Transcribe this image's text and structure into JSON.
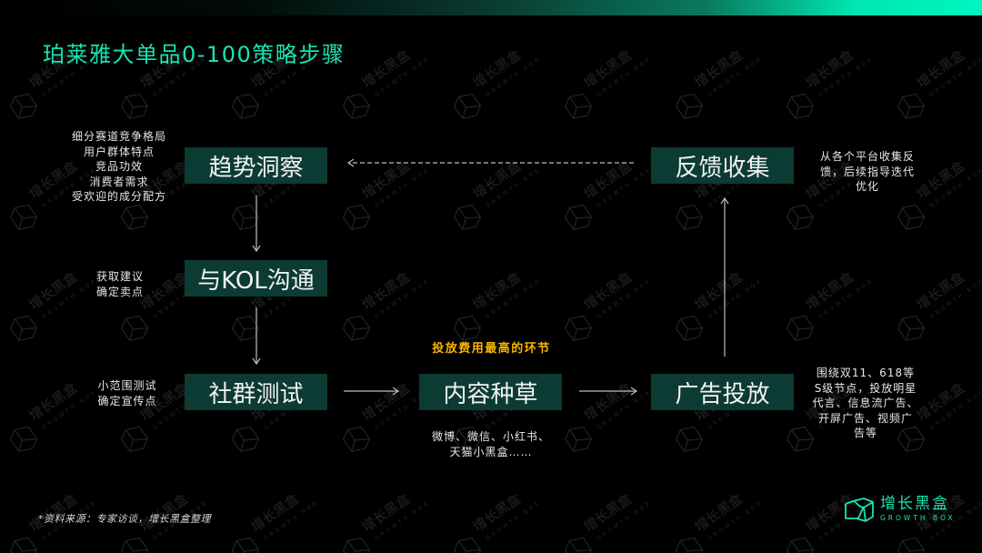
{
  "slide": {
    "title": "珀莱雅大单品0-100策略步骤",
    "accent_color": "#19e3b1",
    "box_color": "#0c3b33",
    "highlight_color": "#f7b500"
  },
  "steps": [
    {
      "id": "trend",
      "label": "趋势洞察",
      "notes": [
        "细分赛道竞争格局",
        "用户群体特点",
        "竞品功效",
        "消费者需求",
        "受欢迎的成分配方"
      ]
    },
    {
      "id": "kol",
      "label": "与KOL沟通",
      "notes": [
        "获取建议",
        "确定卖点"
      ]
    },
    {
      "id": "community",
      "label": "社群测试",
      "notes": [
        "小范围测试",
        "确定宣传点"
      ]
    },
    {
      "id": "content",
      "label": "内容种草",
      "highlight": "投放费用最高的环节",
      "notes": [
        "微博、微信、小红书、",
        "天猫小黑盒……"
      ]
    },
    {
      "id": "ads",
      "label": "广告投放",
      "notes": [
        "围绕双11、618等",
        "S级节点，投放明星",
        "代言、信息流广告、",
        "开屏广告、视频广",
        "告等"
      ]
    },
    {
      "id": "feedback",
      "label": "反馈收集",
      "notes": [
        "从各个平台收集反",
        "馈，后续指导迭代",
        "优化"
      ]
    }
  ],
  "footer": {
    "source": "*资料来源：专家访谈，增长黑盒整理",
    "logo_cn": "增长黑盒",
    "logo_en": "GROWTH BOX"
  },
  "watermark": {
    "cn": "增长黑盒",
    "en": "GROWTH BOX"
  }
}
